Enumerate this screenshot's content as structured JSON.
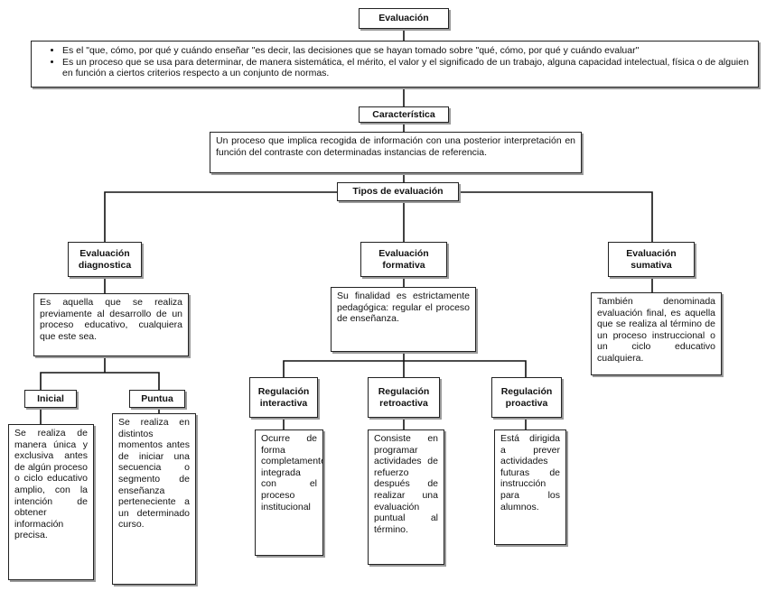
{
  "root": {
    "title": "Evaluación",
    "definitions": [
      "Es el \"que, cómo, por qué y cuándo enseñar \"es decir, las decisiones que se hayan tomado sobre \"qué, cómo, por qué y cuándo evaluar\"",
      "Es un proceso que se usa para determinar, de manera sistemática, el mérito, el valor y el significado de un trabajo, alguna capacidad intelectual, física o de alguien en función a ciertos criterios respecto a un conjunto de normas."
    ]
  },
  "characteristic": {
    "title": "Característica",
    "text": "Un proceso que implica recogida de información con una posterior interpretación en función del contraste con determinadas instancias de referencia."
  },
  "types": {
    "title": "Tipos de evaluación",
    "diagnostica": {
      "title": "Evaluación diagnostica",
      "text": "Es aquella que se realiza previamente al desarrollo de un proceso educativo, cualquiera que este sea.",
      "children": [
        {
          "title": "Inicial",
          "text": "Se realiza de manera única y exclusiva antes de algún proceso o ciclo educativo amplio, con la intención de obtener información precisa."
        },
        {
          "title": "Puntua",
          "text": "Se realiza en distintos momentos antes de iniciar una secuencia o segmento de enseñanza perteneciente a un determinado curso."
        }
      ]
    },
    "formativa": {
      "title": "Evaluación formativa",
      "text": "Su finalidad es estrictamente pedagógica: regular el proceso de enseñanza.",
      "children": [
        {
          "title": "Regulación interactiva",
          "text": "Ocurre de forma completamente integrada con el proceso institucional"
        },
        {
          "title": "Regulación retroactiva",
          "text": "Consiste en programar actividades de refuerzo después de realizar una evaluación puntual al término."
        },
        {
          "title": "Regulación proactiva",
          "text": "Está dirigida a prever actividades futuras de instrucción para los alumnos."
        }
      ]
    },
    "sumativa": {
      "title": "Evaluación sumativa",
      "text": "También denominada evaluación final, es aquella que se realiza al término de un proceso instruccional o un ciclo educativo cualquiera."
    }
  }
}
